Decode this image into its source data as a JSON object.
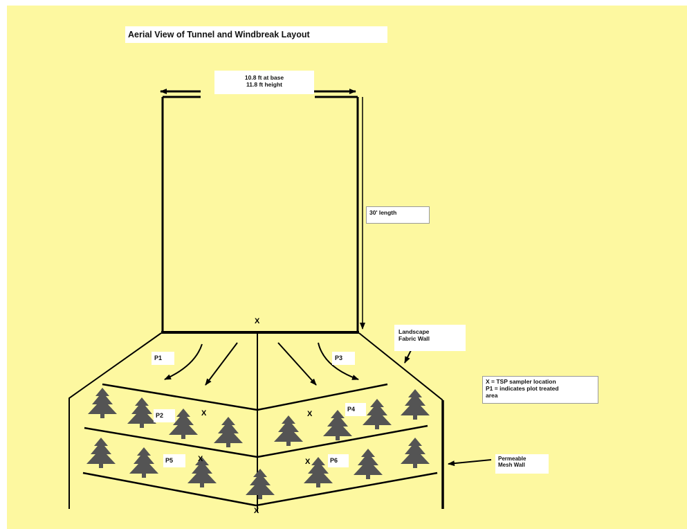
{
  "title": "Aerial View of Tunnel and Windbreak Layout",
  "width_label_line1": "10.8 ft at base",
  "width_label_line2": "11.8 ft height",
  "length_label": "30' length",
  "landscape_label_line1": "Landscape",
  "landscape_label_line2": "Fabric Wall",
  "legend_line1": "X = TSP sampler location",
  "legend_line2": "P1 = indicates plot treated",
  "legend_line3": "area",
  "fence_label_line1": "Permeable",
  "fence_label_line2": "Mesh Wall",
  "plots": [
    "P1",
    "P2",
    "P3",
    "P4",
    "P5",
    "P6"
  ],
  "sampler_mark": "X",
  "colors": {
    "background": "#fdf8a0",
    "line": "#000000",
    "tree": "#545454",
    "label_box": "#ffffff"
  },
  "icons": [
    "tree-icon",
    "arrow-icon"
  ]
}
